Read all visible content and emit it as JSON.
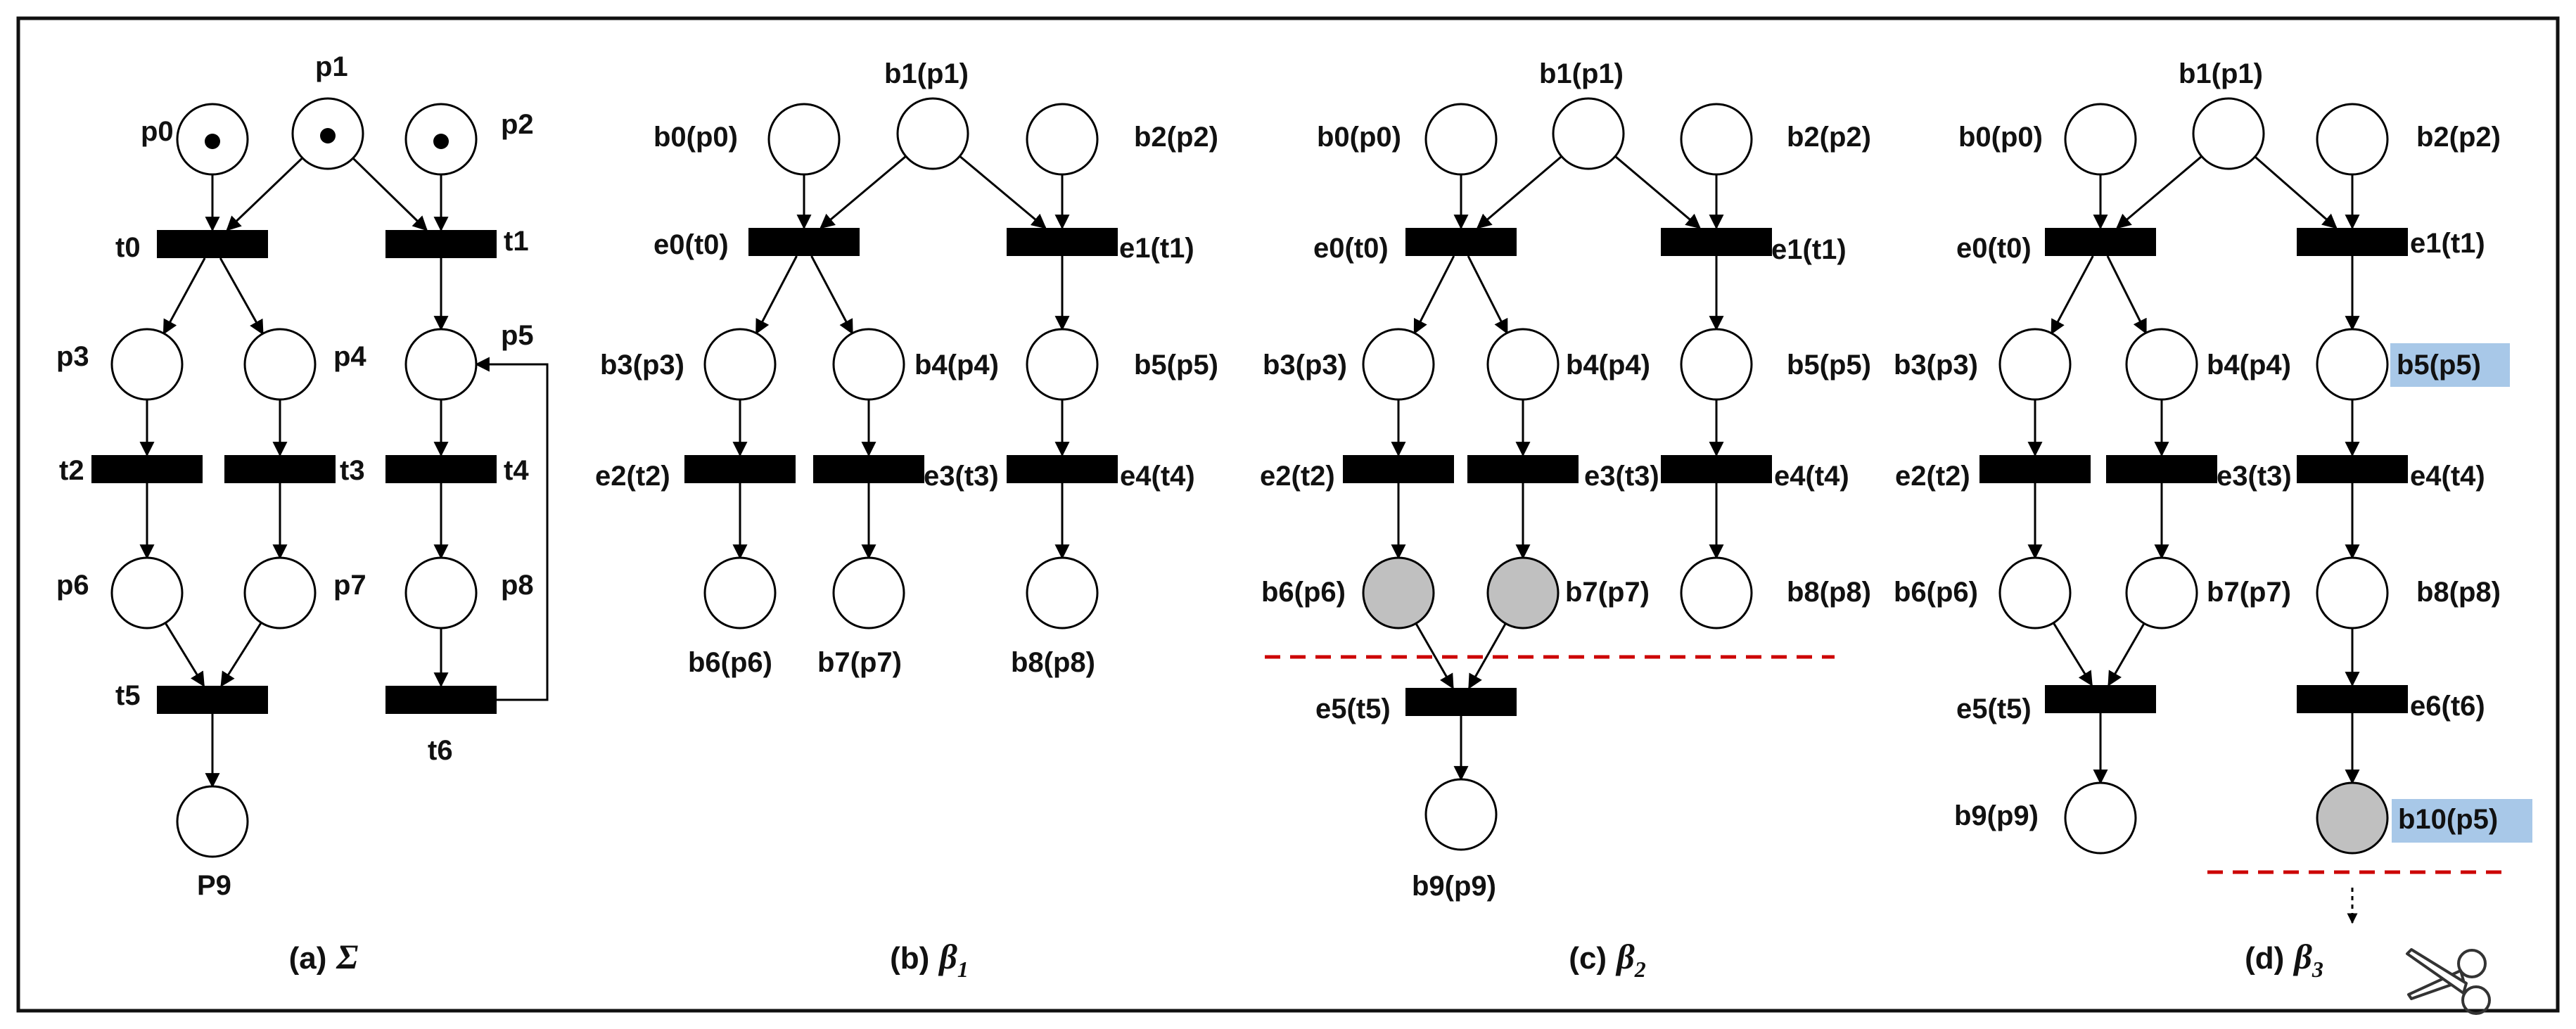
{
  "colors": {
    "border": "#111111",
    "transition": "#000000",
    "place_fill": "#ffffff",
    "cutoff_fill": "#c0c0c0",
    "highlight": "#a8c8e8",
    "cut_line": "#cc0000"
  },
  "panels": [
    {
      "id": "a",
      "caption_prefix": "(a)",
      "caption_symbol": "Σ",
      "caption_sub": "",
      "places": [
        {
          "id": "p0",
          "label": "p0",
          "token": true
        },
        {
          "id": "p1",
          "label": "p1",
          "token": true
        },
        {
          "id": "p2",
          "label": "p2",
          "token": true
        },
        {
          "id": "p3",
          "label": "p3"
        },
        {
          "id": "p4",
          "label": "p4"
        },
        {
          "id": "p5",
          "label": "p5"
        },
        {
          "id": "p6",
          "label": "p6"
        },
        {
          "id": "p7",
          "label": "p7"
        },
        {
          "id": "p8",
          "label": "p8"
        },
        {
          "id": "p9",
          "label": "P9"
        }
      ],
      "transitions": [
        {
          "id": "t0",
          "label": "t0"
        },
        {
          "id": "t1",
          "label": "t1"
        },
        {
          "id": "t2",
          "label": "t2"
        },
        {
          "id": "t3",
          "label": "t3"
        },
        {
          "id": "t4",
          "label": "t4"
        },
        {
          "id": "t5",
          "label": "t5"
        },
        {
          "id": "t6",
          "label": "t6"
        }
      ],
      "arcs": [
        [
          "p0",
          "t0"
        ],
        [
          "p1",
          "t0"
        ],
        [
          "p1",
          "t1"
        ],
        [
          "p2",
          "t1"
        ],
        [
          "t0",
          "p3"
        ],
        [
          "t0",
          "p4"
        ],
        [
          "t1",
          "p5"
        ],
        [
          "p3",
          "t2"
        ],
        [
          "p4",
          "t3"
        ],
        [
          "p5",
          "t4"
        ],
        [
          "t2",
          "p6"
        ],
        [
          "t3",
          "p7"
        ],
        [
          "t4",
          "p8"
        ],
        [
          "p6",
          "t5"
        ],
        [
          "p7",
          "t5"
        ],
        [
          "p8",
          "t6"
        ],
        [
          "t5",
          "p9"
        ],
        [
          "t6",
          "p5"
        ]
      ]
    },
    {
      "id": "b",
      "caption_prefix": "(b)",
      "caption_symbol": "β",
      "caption_sub": "1",
      "places": [
        {
          "id": "b0",
          "label": "b0(p0)"
        },
        {
          "id": "b1",
          "label": "b1(p1)"
        },
        {
          "id": "b2",
          "label": "b2(p2)"
        },
        {
          "id": "b3",
          "label": "b3(p3)"
        },
        {
          "id": "b4",
          "label": "b4(p4)"
        },
        {
          "id": "b5",
          "label": "b5(p5)"
        },
        {
          "id": "b6",
          "label": "b6(p6)"
        },
        {
          "id": "b7",
          "label": "b7(p7)"
        },
        {
          "id": "b8",
          "label": "b8(p8)"
        }
      ],
      "transitions": [
        {
          "id": "e0",
          "label": "e0(t0)"
        },
        {
          "id": "e1",
          "label": "e1(t1)"
        },
        {
          "id": "e2",
          "label": "e2(t2)"
        },
        {
          "id": "e3",
          "label": "e3(t3)"
        },
        {
          "id": "e4",
          "label": "e4(t4)"
        }
      ],
      "arcs": [
        [
          "b0",
          "e0"
        ],
        [
          "b1",
          "e0"
        ],
        [
          "b1",
          "e1"
        ],
        [
          "b2",
          "e1"
        ],
        [
          "e0",
          "b3"
        ],
        [
          "e0",
          "b4"
        ],
        [
          "e1",
          "b5"
        ],
        [
          "b3",
          "e2"
        ],
        [
          "b4",
          "e3"
        ],
        [
          "b5",
          "e4"
        ],
        [
          "e2",
          "b6"
        ],
        [
          "e3",
          "b7"
        ],
        [
          "e4",
          "b8"
        ]
      ]
    },
    {
      "id": "c",
      "caption_prefix": "(c)",
      "caption_symbol": "β",
      "caption_sub": "2",
      "places": [
        {
          "id": "b0",
          "label": "b0(p0)"
        },
        {
          "id": "b1",
          "label": "b1(p1)"
        },
        {
          "id": "b2",
          "label": "b2(p2)"
        },
        {
          "id": "b3",
          "label": "b3(p3)"
        },
        {
          "id": "b4",
          "label": "b4(p4)"
        },
        {
          "id": "b5",
          "label": "b5(p5)"
        },
        {
          "id": "b6",
          "label": "b6(p6)",
          "gray": true
        },
        {
          "id": "b7",
          "label": "b7(p7)",
          "gray": true
        },
        {
          "id": "b8",
          "label": "b8(p8)"
        },
        {
          "id": "b9",
          "label": "b9(p9)"
        }
      ],
      "transitions": [
        {
          "id": "e0",
          "label": "e0(t0)"
        },
        {
          "id": "e1",
          "label": "e1(t1)"
        },
        {
          "id": "e2",
          "label": "e2(t2)"
        },
        {
          "id": "e3",
          "label": "e3(t3)"
        },
        {
          "id": "e4",
          "label": "e4(t4)"
        },
        {
          "id": "e5",
          "label": "e5(t5)"
        }
      ],
      "arcs": [
        [
          "b0",
          "e0"
        ],
        [
          "b1",
          "e0"
        ],
        [
          "b1",
          "e1"
        ],
        [
          "b2",
          "e1"
        ],
        [
          "e0",
          "b3"
        ],
        [
          "e0",
          "b4"
        ],
        [
          "e1",
          "b5"
        ],
        [
          "b3",
          "e2"
        ],
        [
          "b4",
          "e3"
        ],
        [
          "b5",
          "e4"
        ],
        [
          "e2",
          "b6"
        ],
        [
          "e3",
          "b7"
        ],
        [
          "e4",
          "b8"
        ],
        [
          "b6",
          "e5"
        ],
        [
          "b7",
          "e5"
        ],
        [
          "e5",
          "b9"
        ]
      ]
    },
    {
      "id": "d",
      "caption_prefix": "(d)",
      "caption_symbol": "β",
      "caption_sub": "3",
      "places": [
        {
          "id": "b0",
          "label": "b0(p0)"
        },
        {
          "id": "b1",
          "label": "b1(p1)"
        },
        {
          "id": "b2",
          "label": "b2(p2)"
        },
        {
          "id": "b3",
          "label": "b3(p3)"
        },
        {
          "id": "b4",
          "label": "b4(p4)"
        },
        {
          "id": "b5",
          "label": "b5(p5)",
          "highlight": true
        },
        {
          "id": "b6",
          "label": "b6(p6)"
        },
        {
          "id": "b7",
          "label": "b7(p7)"
        },
        {
          "id": "b8",
          "label": "b8(p8)"
        },
        {
          "id": "b9",
          "label": "b9(p9)"
        },
        {
          "id": "b10",
          "label": "b10(p5)",
          "gray": true,
          "highlight": true
        }
      ],
      "transitions": [
        {
          "id": "e0",
          "label": "e0(t0)"
        },
        {
          "id": "e1",
          "label": "e1(t1)"
        },
        {
          "id": "e2",
          "label": "e2(t2)"
        },
        {
          "id": "e3",
          "label": "e3(t3)"
        },
        {
          "id": "e4",
          "label": "e4(t4)"
        },
        {
          "id": "e5",
          "label": "e5(t5)"
        },
        {
          "id": "e6",
          "label": "e6(t6)"
        }
      ],
      "arcs": [
        [
          "b0",
          "e0"
        ],
        [
          "b1",
          "e0"
        ],
        [
          "b1",
          "e1"
        ],
        [
          "b2",
          "e1"
        ],
        [
          "e0",
          "b3"
        ],
        [
          "e0",
          "b4"
        ],
        [
          "e1",
          "b5"
        ],
        [
          "b3",
          "e2"
        ],
        [
          "b4",
          "e3"
        ],
        [
          "b5",
          "e4"
        ],
        [
          "e2",
          "b6"
        ],
        [
          "e3",
          "b7"
        ],
        [
          "e4",
          "b8"
        ],
        [
          "b6",
          "e5"
        ],
        [
          "b7",
          "e5"
        ],
        [
          "b8",
          "e6"
        ],
        [
          "e5",
          "b9"
        ],
        [
          "e6",
          "b10"
        ]
      ]
    }
  ]
}
